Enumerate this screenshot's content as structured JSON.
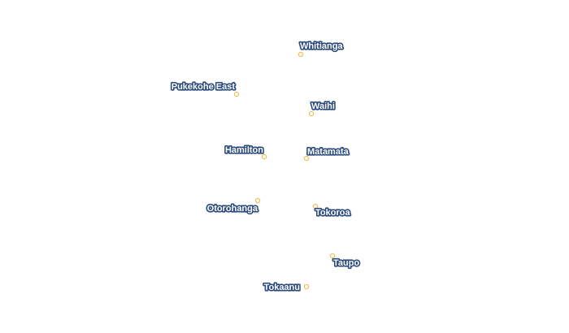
{
  "map": {
    "colors": {
      "marker_stroke": "#f0c060",
      "marker_fill": "#ffffff",
      "label_fill": "#ffffff",
      "label_halo": "#2b4a7d"
    },
    "cities": [
      {
        "id": "whitianga",
        "name": "Whitianga"
      },
      {
        "id": "pukekohe-east",
        "name": "Pukekohe East"
      },
      {
        "id": "waihi",
        "name": "Waihi"
      },
      {
        "id": "hamilton",
        "name": "Hamilton"
      },
      {
        "id": "matamata",
        "name": "Matamata"
      },
      {
        "id": "otorohanga",
        "name": "Otorohanga"
      },
      {
        "id": "tokoroa",
        "name": "Tokoroa"
      },
      {
        "id": "taupo",
        "name": "Taupo"
      },
      {
        "id": "tokaanu",
        "name": "Tokaanu"
      }
    ]
  }
}
